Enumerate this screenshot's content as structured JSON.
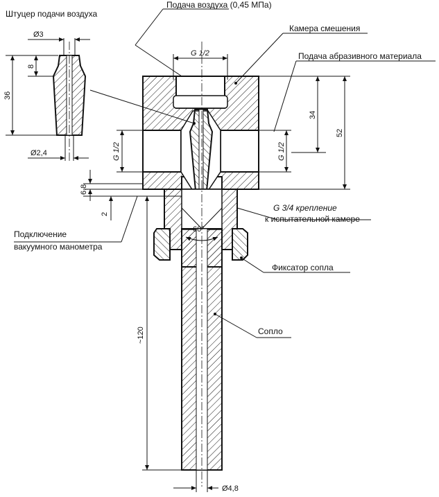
{
  "labels": {
    "air_fitting": "Штуцер подачи воздуха",
    "air_supply": "Подача воздуха (0,45 МПа)",
    "mixing_chamber": "Камера смешения",
    "abrasive_supply": "Подача абразивного материала",
    "thread_mount_1": "G 3/4 крепление",
    "thread_mount_2": "к испытательной камере",
    "vacuum_gauge_1": "Подключение",
    "vacuum_gauge_2": "вакуумного манометра",
    "nozzle_lock": "Фиксатор сопла",
    "nozzle": "Сопло"
  },
  "dimensions": {
    "d3": "Ø3",
    "d2_4": "Ø2,4",
    "len8": "8",
    "len36": "36",
    "g12_top": "G 1/2",
    "g12_left": "G 1/2",
    "g12_right": "G 1/2",
    "len34": "34",
    "len52": "52",
    "len6_8": "6,8",
    "len2": "2",
    "angle60": "60°",
    "len120": "~120",
    "d4_8": "Ø4,8"
  }
}
